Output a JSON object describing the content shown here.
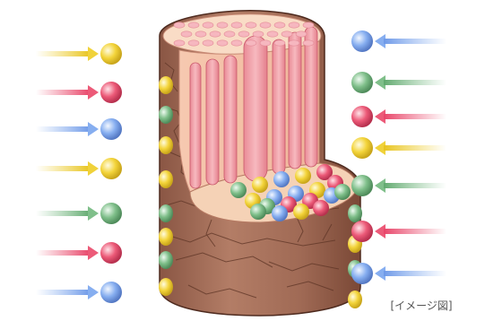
{
  "caption": "[イメージ図]",
  "colors": {
    "yellow": "#f0d23a",
    "pink": "#ec5a78",
    "blue": "#86aef0",
    "green": "#7fbf8a",
    "bark": "#a4705a",
    "bark_dark": "#5e3526",
    "top_face": "#f8d8c0",
    "fiber": "#f3a6ae",
    "cell": "#f29aa6"
  },
  "arrows_left": [
    "yellow",
    "pink",
    "blue",
    "yellow",
    "green",
    "pink",
    "blue"
  ],
  "arrows_right": [
    "blue",
    "green",
    "pink",
    "yellow",
    "green",
    "pink",
    "blue"
  ],
  "basket_balls": [
    "green",
    "yellow",
    "blue",
    "yellow",
    "pink",
    "yellow",
    "blue",
    "blue",
    "yellow",
    "pink",
    "green",
    "pink",
    "pink",
    "blue",
    "green",
    "blue",
    "yellow",
    "pink",
    "green"
  ],
  "side_beads_left": [
    "yellow",
    "green",
    "yellow",
    "yellow",
    "green",
    "yellow",
    "green",
    "yellow"
  ],
  "side_beads_right": [
    "green",
    "yellow",
    "green",
    "yellow"
  ]
}
